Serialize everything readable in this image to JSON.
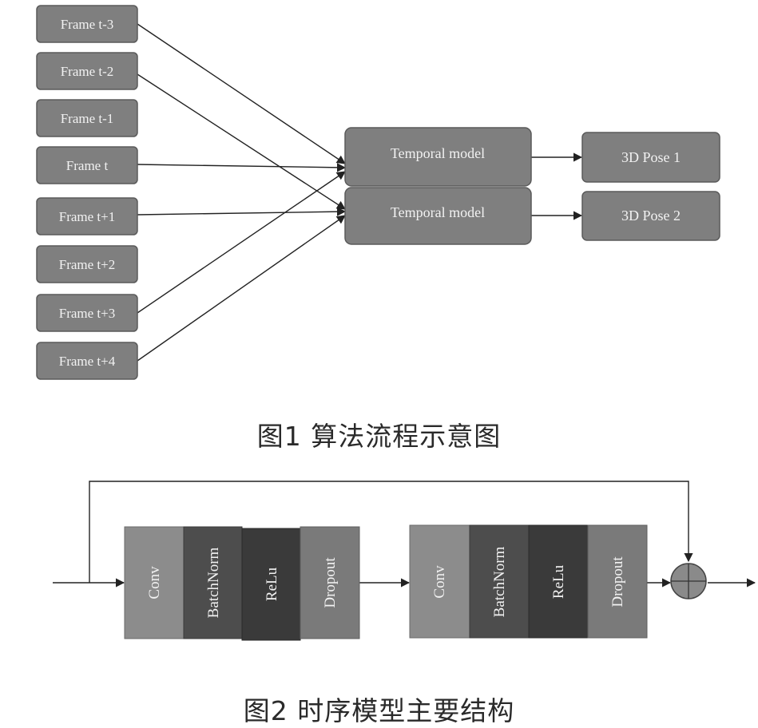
{
  "figure1": {
    "frames": [
      "Frame t-3",
      "Frame t-2",
      "Frame t-1",
      "Frame t",
      "Frame t+1",
      "Frame t+2",
      "Frame t+3",
      "Frame t+4"
    ],
    "models": [
      "Temporal model",
      "Temporal model"
    ],
    "outputs": [
      "3D Pose 1",
      "3D Pose 2"
    ],
    "caption": "图1  算法流程示意图",
    "colors": {
      "box": "#7f7f7f",
      "box_border": "#5a5a5a",
      "arrow": "#222222"
    }
  },
  "figure2": {
    "block1": [
      "Conv",
      "BatchNorm",
      "ReLu",
      "Dropout"
    ],
    "block2": [
      "Conv",
      "BatchNorm",
      "ReLu",
      "Dropout"
    ],
    "caption": "图2  时序模型主要结构",
    "colors": {
      "conv": "#8c8c8c",
      "batchnorm": "#4d4d4d",
      "relu": "#3a3a3a",
      "dropout": "#7a7a7a",
      "sum": "#8a8a8a"
    }
  }
}
